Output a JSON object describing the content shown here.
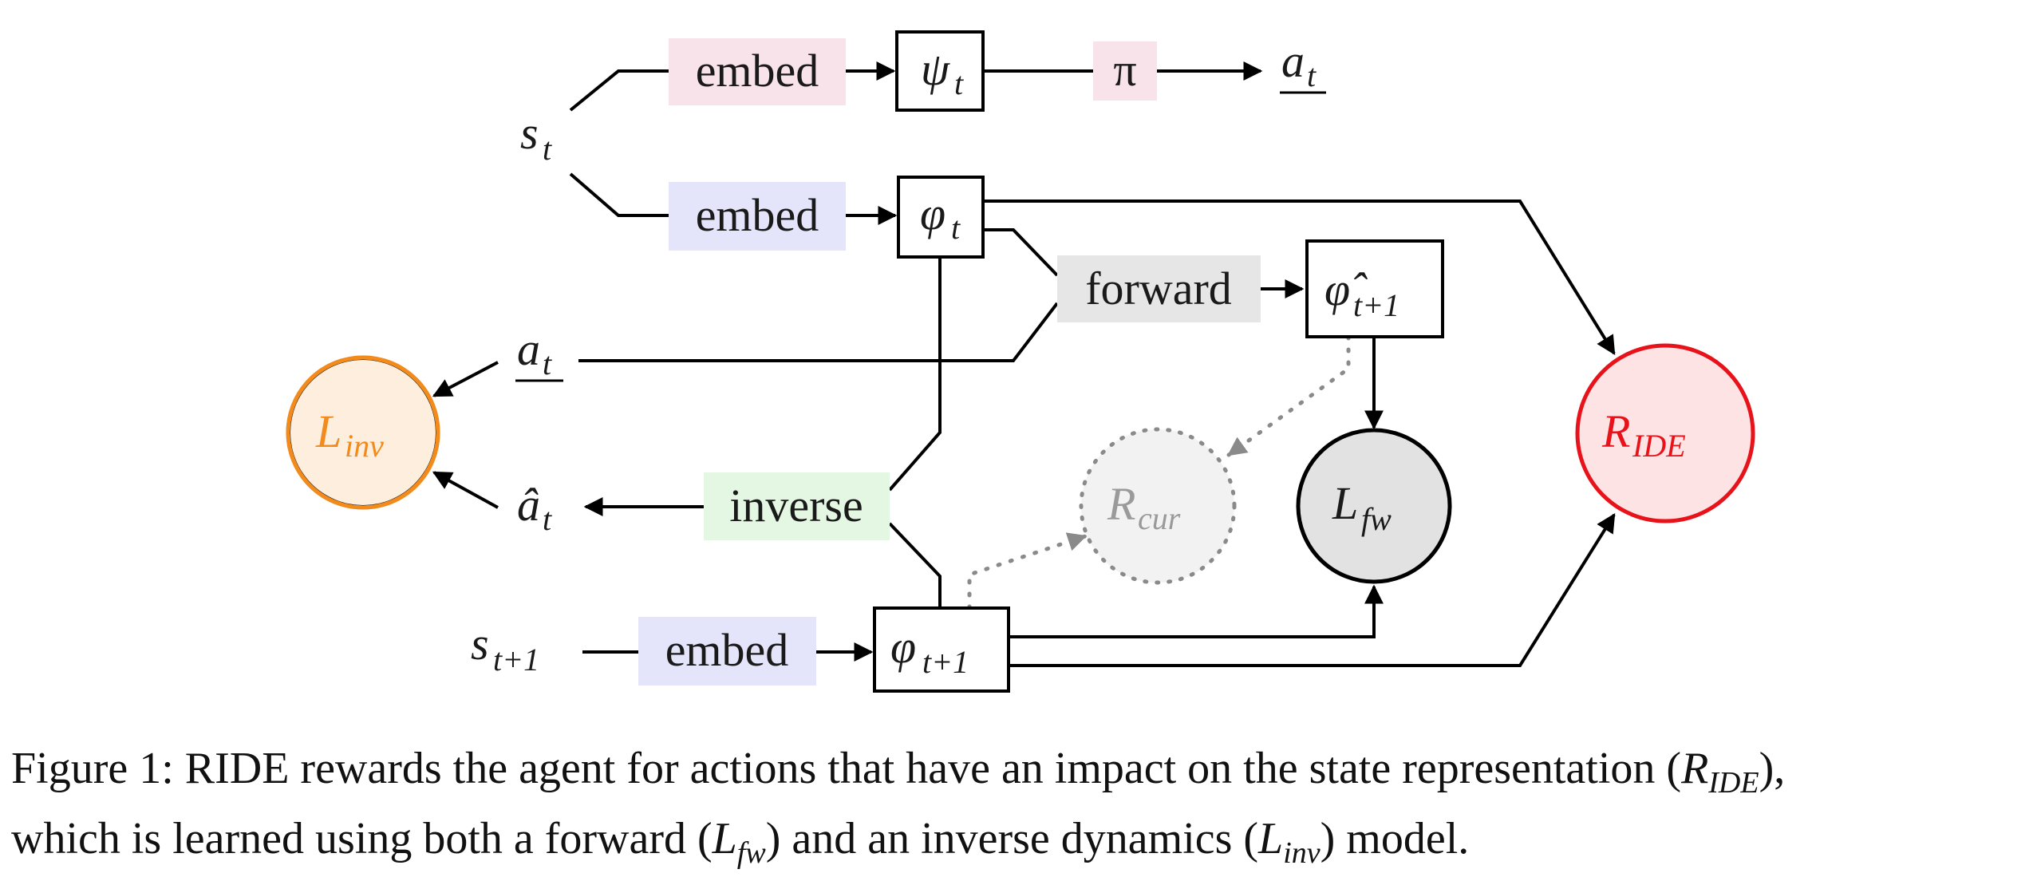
{
  "colors": {
    "embed_policy": "#f8e3ea",
    "embed_state": "#e4e4fb",
    "pi": "#f8e3ea",
    "forward": "#e6e6e6",
    "inverse": "#e3f7e3",
    "linv_stroke": "#f28a1c",
    "linv_fill": "#fdeedd",
    "ride_stroke": "#e8121a",
    "ride_fill": "#fde3e3",
    "rcur_stroke": "#8a8a8a",
    "rcur_fill": "#f2f2f2",
    "lfw_fill": "#e2e2e2"
  },
  "nodes": {
    "embed_top": "embed",
    "embed_mid": "embed",
    "embed_bottom": "embed",
    "pi": "π",
    "forward": "forward",
    "inverse": "inverse",
    "psi_t": {
      "base": "ψ",
      "sub": "t"
    },
    "phi_t": {
      "base": "φ",
      "sub": "t"
    },
    "phi_hat_t1": {
      "base": "φ̂",
      "sub": "t+1"
    },
    "phi_t1": {
      "base": "φ",
      "sub": "t+1"
    },
    "s_t": {
      "base": "s",
      "sub": "t"
    },
    "s_t1": {
      "base": "s",
      "sub": "t+1"
    },
    "a_t_out": {
      "base": "a",
      "sub": "t"
    },
    "a_t_in": {
      "base": "a",
      "sub": "t"
    },
    "a_hat_t": {
      "base": "â",
      "sub": "t"
    },
    "l_inv": {
      "base": "L",
      "sub": "inv"
    },
    "r_ide": {
      "base": "R",
      "sub": "IDE"
    },
    "r_cur": {
      "base": "R",
      "sub": "cur"
    },
    "l_fw": {
      "base": "L",
      "sub": "fw"
    }
  },
  "caption": {
    "p1": "Figure 1: RIDE rewards the agent for actions that have an impact on the state representation (",
    "r": "R",
    "r_sub": "IDE",
    "p2": "),",
    "p3": "which is learned using both a forward (",
    "l1": "L",
    "l1_sub": "fw",
    "p4": ") and an inverse dynamics (",
    "l2": "L",
    "l2_sub": "inv",
    "p5": ") model."
  }
}
